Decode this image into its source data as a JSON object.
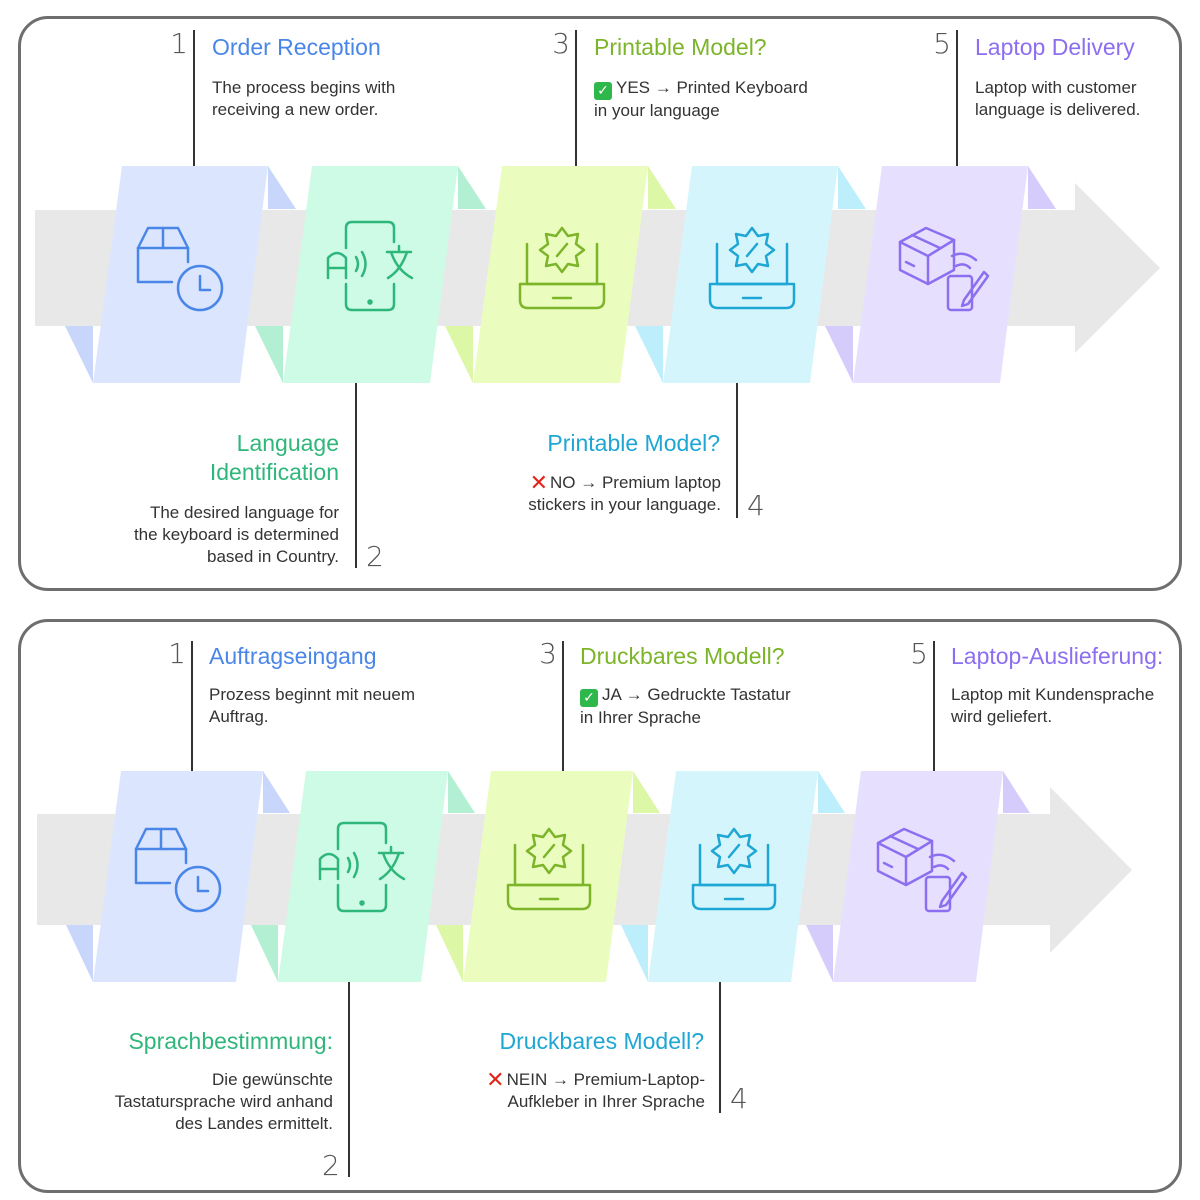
{
  "colors": {
    "blue": "#4a86e8",
    "green": "#2fb67a",
    "lime": "#7cb42a",
    "cyan": "#1ea6d4",
    "violet": "#8c6ef0",
    "arrow": "#e8e8e8"
  },
  "english": {
    "steps": [
      {
        "number": "1",
        "title": "Order Reception",
        "description": [
          "The process begins with",
          "receiving a new order."
        ],
        "icon": "package-clock-icon"
      },
      {
        "number": "2",
        "title": [
          "Language",
          "Identification"
        ],
        "description": [
          "The desired language for",
          "the keyboard is determined",
          "based in Country."
        ],
        "icon": "phone-translate-icon"
      },
      {
        "number": "3",
        "title": "Printable Model?",
        "mark": "✓",
        "description": [
          "YES → Printed Keyboard",
          "in your language"
        ],
        "icon": "laptop-badge-icon"
      },
      {
        "number": "4",
        "title": "Printable Model?",
        "mark": "✕",
        "description": [
          "NO → Premium laptop",
          "stickers in your language."
        ],
        "icon": "laptop-badge-icon"
      },
      {
        "number": "5",
        "title": "Laptop Delivery",
        "description": [
          "Laptop with customer",
          "language is delivered."
        ],
        "icon": "box-delivery-icon"
      }
    ]
  },
  "german": {
    "steps": [
      {
        "number": "1",
        "title": "Auftragseingang",
        "description": [
          "Prozess beginnt mit neuem",
          "Auftrag."
        ],
        "icon": "package-clock-icon"
      },
      {
        "number": "2",
        "title": "Sprachbestimmung:",
        "description": [
          "Die gewünschte",
          "Tastatursprache wird anhand",
          "des Landes ermittelt."
        ],
        "icon": "phone-translate-icon"
      },
      {
        "number": "3",
        "title": "Druckbares Modell?",
        "mark": "✓",
        "description": [
          "JA → Gedruckte Tastatur",
          "in Ihrer Sprache"
        ],
        "icon": "laptop-badge-icon"
      },
      {
        "number": "4",
        "title": "Druckbares Modell?",
        "mark": "✕",
        "description": [
          "NEIN → Premium-Laptop-",
          "Aufkleber in Ihrer Sprache"
        ],
        "icon": "laptop-badge-icon"
      },
      {
        "number": "5",
        "title": "Laptop-Auslieferung:",
        "description": [
          "Laptop mit Kundensprache",
          "wird geliefert."
        ],
        "icon": "box-delivery-icon"
      }
    ]
  }
}
